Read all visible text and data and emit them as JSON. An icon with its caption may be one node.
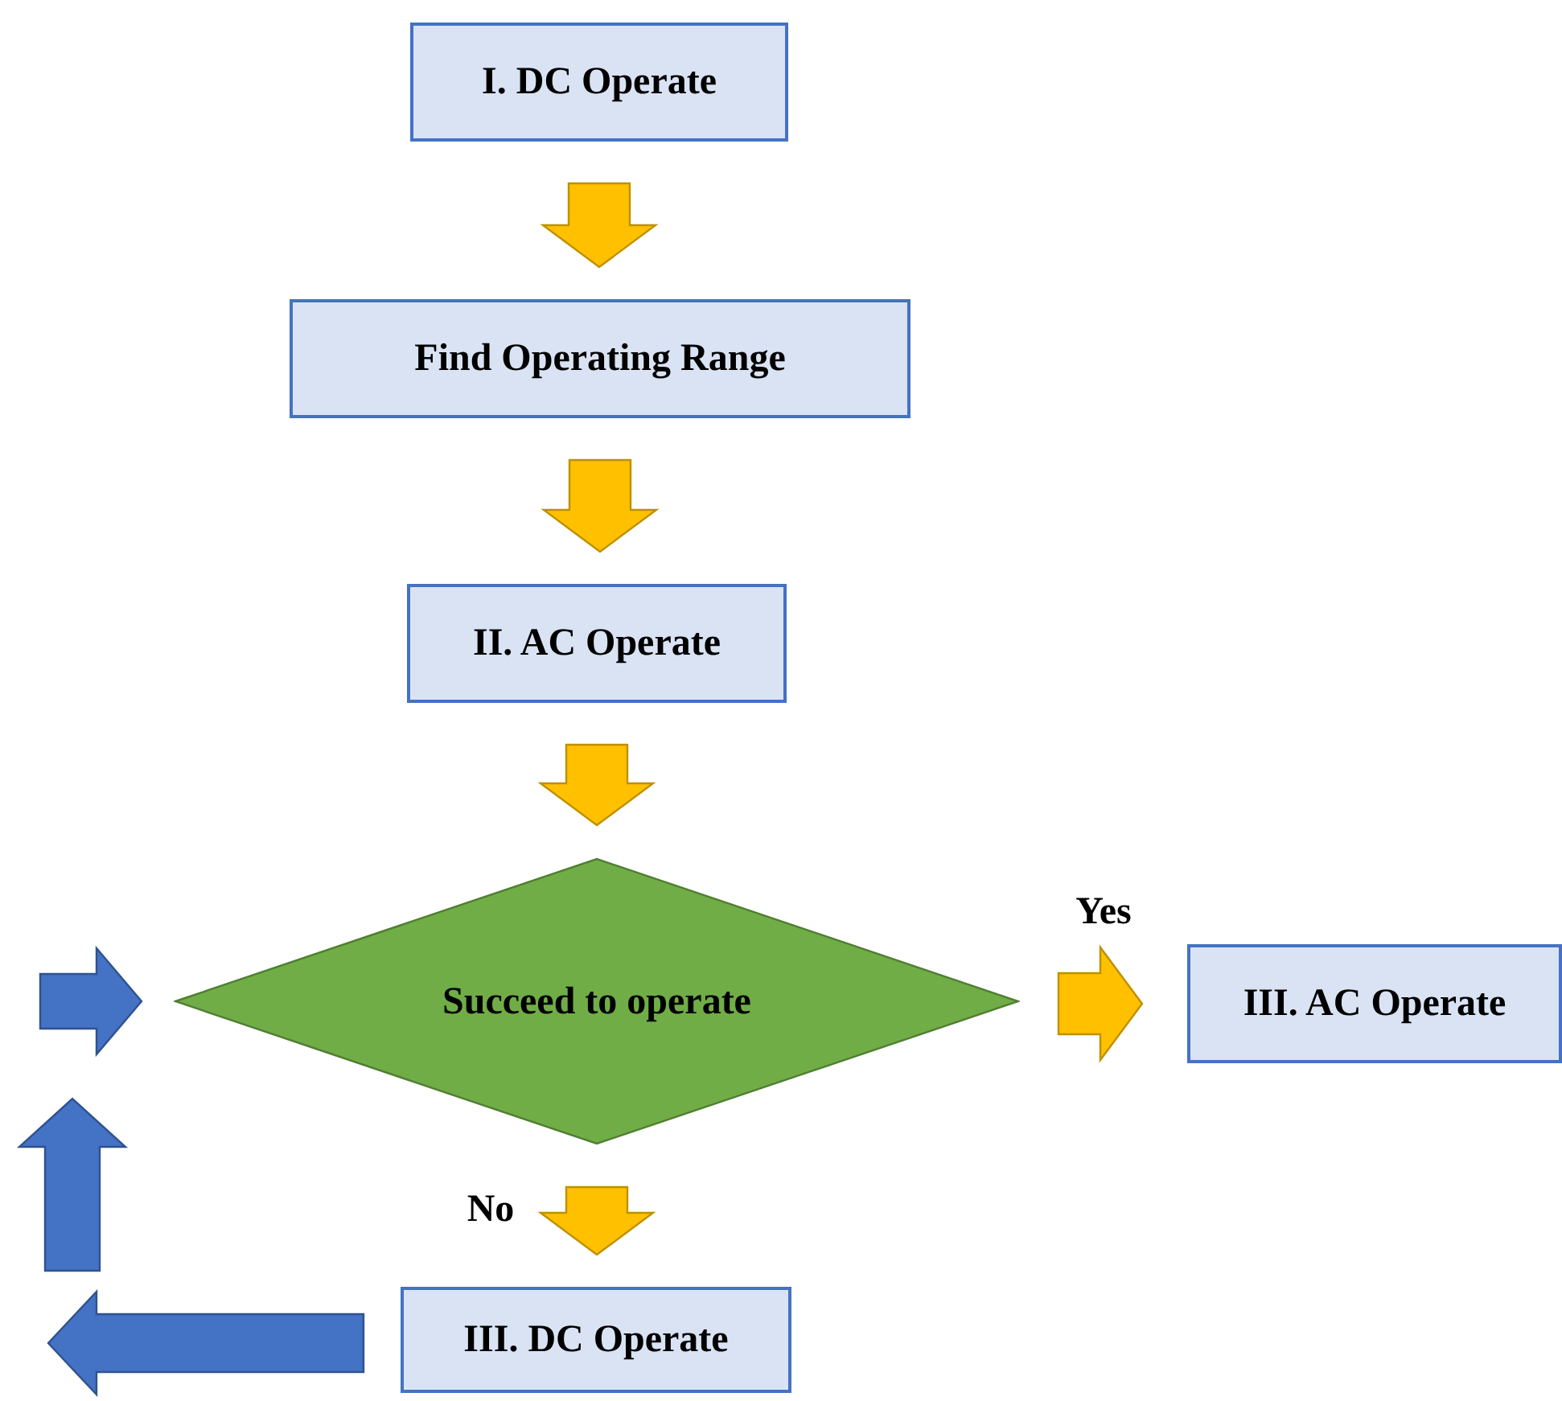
{
  "diagram": {
    "nodes": [
      {
        "text": [
          "I. DC Operate"
        ]
      },
      {
        "text": [
          "Find Operating Range"
        ]
      },
      {
        "text": [
          "II. AC Operate"
        ]
      },
      {
        "text": [
          "Succeed to operate"
        ]
      },
      {
        "text": [
          "III. AC Operate"
        ]
      },
      {
        "text": [
          "III. DC Operate"
        ]
      }
    ],
    "edges": [
      {
        "from": 0,
        "to": 1,
        "arrow": "to"
      },
      {
        "from": 1,
        "to": 2,
        "arrow": "to"
      },
      {
        "from": 2,
        "to": 3,
        "arrow": "to"
      },
      {
        "from": 3,
        "to": 4,
        "arrow": "to",
        "label": "Yes"
      },
      {
        "from": 3,
        "to": 5,
        "arrow": "to",
        "label": "No"
      },
      {
        "from": 5,
        "to": null,
        "arrow": "to",
        "color": "#4472c4"
      },
      {
        "from": null,
        "to": 3,
        "arrow": "to",
        "color": "#4472c4"
      }
    ]
  }
}
